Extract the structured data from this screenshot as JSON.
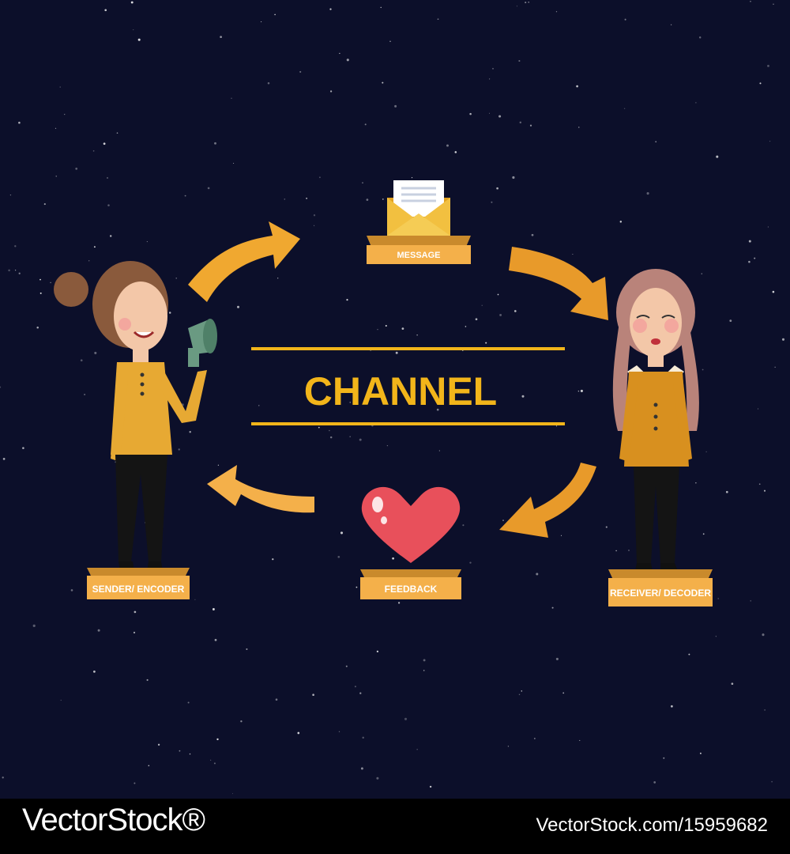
{
  "diagram": {
    "title": "CHANNEL",
    "nodes": {
      "message": "MESSAGE",
      "sender": "SENDER/ ENCODER",
      "feedback": "FEEDBACK",
      "receiver": "RECEIVER/ DECODER"
    }
  },
  "footer": {
    "brand": "VectorStock®",
    "id": "VectorStock.com/15959682"
  },
  "colors": {
    "background": "#0c0f2a",
    "accent": "#f2b51a",
    "arrow": "#f0a830",
    "pedestal": "#f4b04a",
    "heart": "#e8505b"
  }
}
